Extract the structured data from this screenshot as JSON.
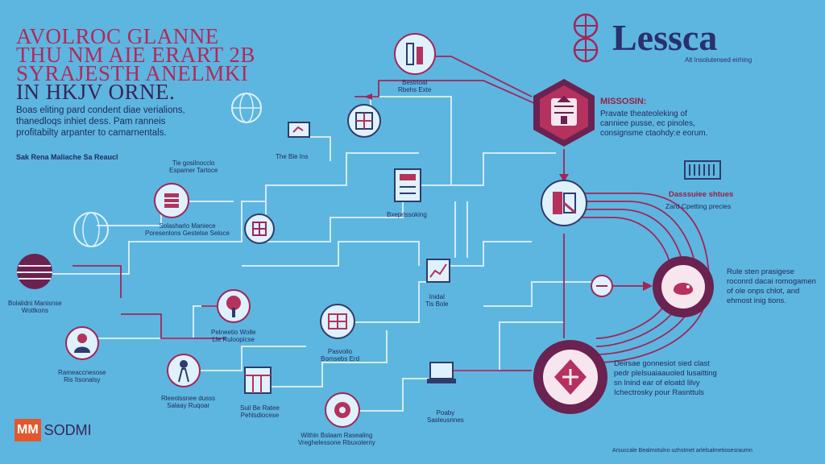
{
  "header": {
    "line1": "AVOLROC GLANNE",
    "line2": "THU NM AIE ERART 2B",
    "line3": "SYRAJESTH ANELMKI",
    "line4": "IN HKJV ORNE."
  },
  "intro": {
    "line1": "Boas eliting pard condent diae verialions,",
    "line2": "thanedloqs inhiet dess. Pam ranneis",
    "line3": "profitabilty arpanter to camarnentals.",
    "tagline": "Sak Rena Maliache Sa Reaucl"
  },
  "brand": {
    "name": "Lessca",
    "subtitle": "Alt Insolutensed eirhing"
  },
  "mission": {
    "title": "MISSOSIN:",
    "line1": "Pravate theateoleking of",
    "line2": "canniee pusse, ec pinoles,",
    "line3": "consignsme ctaohdy:e eorum."
  },
  "process": {
    "title": "Dasssuiee shtues",
    "body": "Zard Cpetting precies"
  },
  "outcome": {
    "line1": "Rule sten prasigese",
    "line2": "roconrd dacai romogamen",
    "line3": "of ole onps chlot, and",
    "line4": "ehmost inig tions."
  },
  "protection": {
    "line1": "Deirsae gonnesiot sied clast",
    "line2": "pedr plelsuaiaauoled lusaitting",
    "line3": "sn lnind ear of eloatd lilvy",
    "line4": "Ichectrosky pour Rasnttuls"
  },
  "nodes": {
    "n1": {
      "line1": "Bestrioal",
      "line2": "Rbehs Exte"
    },
    "n2": {
      "line1": "The Ble Ins"
    },
    "n3": {
      "line1": "Tie gosilnocclo",
      "line2": "Espamer Tartoce"
    },
    "n4": {
      "line1": "Bxeprissoking"
    },
    "n5": {
      "line1": "Solasharlo Maniece",
      "line2": "Poresenlons Gestelse Seloce"
    },
    "n6": {
      "line1": "Bolalidni Manisnse",
      "line2": "Wottkons"
    },
    "n7": {
      "line1": "Inidal",
      "line2": "Tis Bole"
    },
    "n8": {
      "line1": "Pelneetio Wolle",
      "line2": "Lle Ruloopicse"
    },
    "n9": {
      "line1": "Pasvolio",
      "line2": "Bomsebs Erd"
    },
    "n10": {
      "line1": "Rameaccnesose",
      "line2": "Ris Itsonalsy"
    },
    "n11": {
      "line1": "Rleeolssnee dusss",
      "line2": "Salaay Ruqoar"
    },
    "n12": {
      "line1": "Suil Be Ratee",
      "line2": "Pehlsdiocese"
    },
    "n13": {
      "line1": "Poaby",
      "line2": "Sasleusnnes"
    },
    "n14": {
      "line1": "Within Bslaam Rasealing",
      "line2": "Vreghelessone Rbuxolerny"
    }
  },
  "footer": {
    "mark": "MM",
    "name": "SODMI",
    "fineprint": "Arsuccale Bealmotulno uzhstmet arlelsalmetiosesraumn"
  },
  "colors": {
    "background": "#5db6df",
    "accent": "#a0265a",
    "dark": "#3a2458",
    "navy": "#2a2f6d"
  }
}
